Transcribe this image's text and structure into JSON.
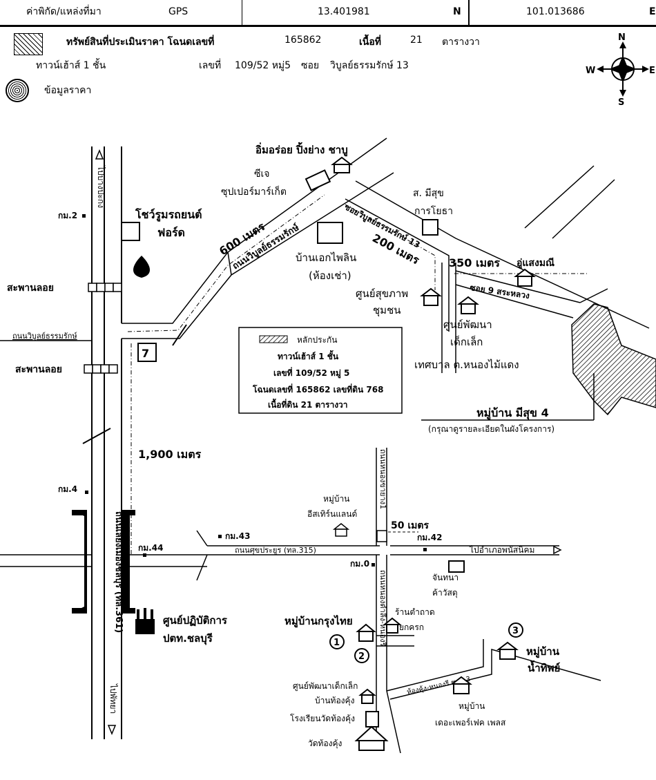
{
  "header": {
    "coord_label": "ค่าพิกัด/แหล่งที่มา",
    "source": "GPS",
    "lat": "13.401981",
    "lat_dir": "N",
    "lon": "101.013686",
    "lon_dir": "E"
  },
  "legend": {
    "property_text": "ทรัพย์สินที่ประเมินราคา โฉนดเลขที่",
    "deed_no": "165862",
    "area_label": "เนื้อที่",
    "area_value": "21",
    "area_unit": "ตารางวา",
    "house_type": "ทาวน์เฮ้าส์ 1 ชั้น",
    "house_no_label": "เลขที่",
    "house_no": "109/52 หมู่5",
    "soi_label": "ซอย",
    "soi": "วิบูลย์ธรรมรักษ์ 13",
    "price_info": "ข้อมูลราคา"
  },
  "compass": {
    "n": "N",
    "s": "S",
    "e": "E",
    "w": "W"
  },
  "map": {
    "road_left_top": "ไปบางปะกง",
    "road_left_bottom": "ไปพัทยา",
    "km2": "กม.2",
    "km4": "กม.4",
    "km44": "กม.44",
    "km43": "กม.43",
    "km42": "กม.42",
    "km0": "กม.0",
    "ford1": "โชว์รูมรถยนต์",
    "ford2": "ฟอร์ด",
    "bridge": "สะพานลอย",
    "road_wibun": "ถนนวิบูลย์ธรรมรักษ์",
    "road_wibun_diag": "ถนนวิบูลย์ธรรมรักษ์",
    "dist_600": "600 เมตร",
    "dist_200": "200 เมตร",
    "dist_350": "350 เมตร",
    "dist_1900": "1,900 เมตร",
    "dist_50": "50 เมตร",
    "soi_wibun13": "ซอยวิบูลย์ธรรมรักษ์ 13",
    "soi9": "ซอย 9 สระหลวง",
    "restaurant": "อิ่มอร่อย ปิ้งย่าง ชาบู",
    "cj1": "ซีเจ",
    "cj2": "ซุปเปอร์มาร์เก็ต",
    "clinic1": "ส. มีสุข",
    "clinic2": "การโยธา",
    "apartment1": "บ้านเอกไพลิน",
    "apartment2": "(ห้องเช่า)",
    "health1": "ศูนย์สุขภาพ",
    "health2": "ชุมชน",
    "usaeng": "อู่แสงมณี",
    "child1": "ศูนย์พัฒนา",
    "child2": "เด็กเล็ก",
    "municipal": "เทศบาล ต.หนองไม้แดง",
    "village_misuk": "หมู่บ้าน มีสุข 4",
    "village_misuk_note": "(กรุณาดูรายละเอียดในผังโครงการ)",
    "box_title": "หลักประกัน",
    "box_line1": "ทาวน์เฮ้าส์ 1 ชั้น",
    "box_line2": "เลขที่ 109/52 หมู่ 5",
    "box_line3": "โฉนดเลขที่ 165862 เลขที่ดิน 768",
    "box_line4": "เนื้อที่ดิน 21 ตารางวา",
    "road_361": "ถนนเลี่ยงเมืองชลบุรี (ทล.361)",
    "road_315": "ถนนศุขประยูร (ทล.315)",
    "to_phanat": "ไปอำเภอพนัสนิคม",
    "road_nhongkhon": "ถนนหนองขายาง1",
    "road_nhongdaeng": "ถนนหนองตำลึง-หนองรี",
    "village_eastern1": "หมู่บ้าน",
    "village_eastern2": "อีสเทิร์นแลนด์",
    "chanthana1": "จันทนา",
    "chanthana2": "ค้าวัสดุ",
    "ptt1": "ศูนย์ปฏิบัติการ",
    "ptt2": "ปตท.ชลบุรี",
    "krungthai": "หมู่บ้านกรุงไทย",
    "shop1": "ร้านตำถาด",
    "shop2": "ยกครก",
    "namthip1": "หมู่บ้าน",
    "namthip2": "น้ำทิพย์",
    "tongkung_road": "ห้องคุ้ง-หนองรี ซอย 3",
    "perfect1": "หมู่บ้าน",
    "perfect2": "เดอะเพอร์เฟค เพลส",
    "childcenter": "ศูนย์พัฒนาเด็กเล็ก",
    "childcenter2": "บ้านท้องคุ้ง",
    "school": "โรงเรียนวัดท้องคุ้ง",
    "temple": "วัดท้องคุ้ง",
    "n1": "1",
    "n2": "2",
    "n3": "3"
  }
}
